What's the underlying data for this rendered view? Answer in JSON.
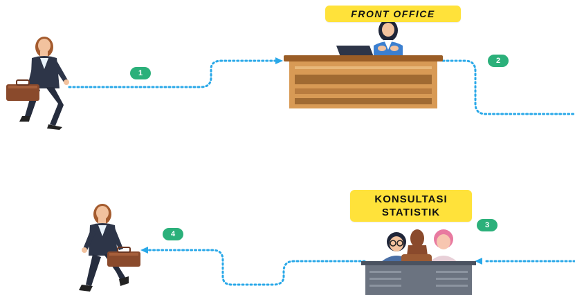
{
  "labels": {
    "front_office": "FRONT OFFICE",
    "konsultasi_line1": "KONSULTASI",
    "konsultasi_line2": "STATISTIK"
  },
  "steps": [
    "1",
    "2",
    "3",
    "4"
  ],
  "colors": {
    "path": "#29a8e8",
    "badge": "#2bb07a",
    "label_bg": "#ffe23a",
    "desk_wood": "#d89a55",
    "desk_dark": "#a06a32",
    "suit": "#2d3548",
    "briefcase": "#8a4a2c",
    "consult_desk": "#6b7380"
  }
}
